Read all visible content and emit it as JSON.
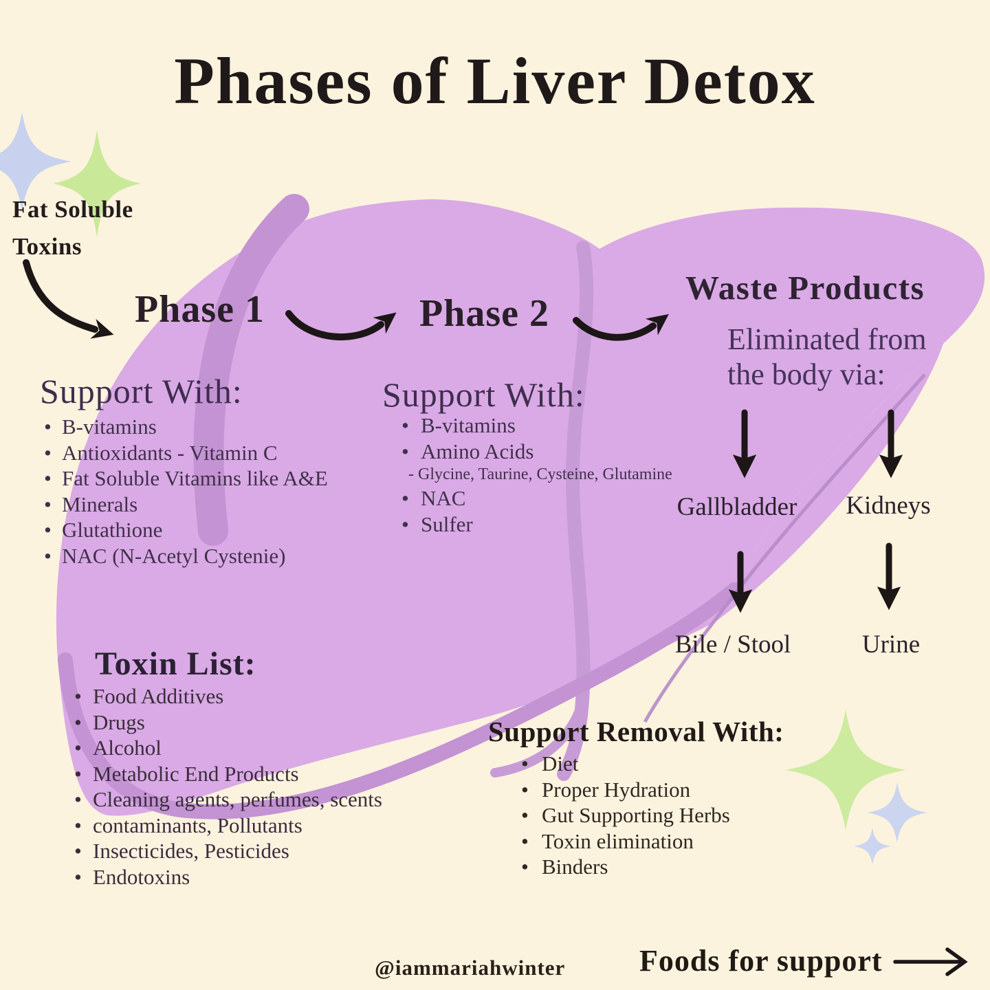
{
  "title": "Phases of Liver Detox",
  "colors": {
    "background": "#fcf3df",
    "liver_fill": "#d9aae5",
    "liver_accent": "#c393d3",
    "sparkle_green": "#cdeb9f",
    "sparkle_blue": "#c8d2ef",
    "arrow": "#1c1616",
    "heading_text": "#241c1f",
    "body_text": "#443153"
  },
  "flow": {
    "input": {
      "line1": "Fat Soluble",
      "line2": "Toxins"
    },
    "phase1": {
      "label": "Phase 1",
      "support_heading": "Support With:",
      "items": [
        "B-vitamins",
        "Antioxidants - Vitamin C",
        "Fat Soluble Vitamins like A&E",
        "Minerals",
        "Glutathione",
        "NAC (N-Acetyl Cystenie)"
      ]
    },
    "phase2": {
      "label": "Phase 2",
      "support_heading": "Support With:",
      "items": [
        "B-vitamins",
        "Amino Acids",
        "NAC",
        "Sulfer"
      ],
      "amino_note": "- Glycine, Taurine, Cysteine, Glutamine"
    },
    "waste": {
      "label": "Waste Products",
      "subtitle_line1": "Eliminated from",
      "subtitle_line2": "the body via:",
      "routes": [
        {
          "organ": "Gallbladder",
          "output": "Bile / Stool"
        },
        {
          "organ": "Kidneys",
          "output": "Urine"
        }
      ]
    }
  },
  "toxin_list": {
    "heading": "Toxin List:",
    "items": [
      "Food Additives",
      "Drugs",
      "Alcohol",
      "Metabolic End Products",
      "Cleaning agents, perfumes, scents",
      "contaminants, Pollutants",
      "Insecticides, Pesticides",
      "Endotoxins"
    ]
  },
  "support_removal": {
    "heading": "Support Removal With:",
    "items": [
      "Diet",
      "Proper Hydration",
      "Gut Supporting Herbs",
      "Toxin elimination",
      "Binders"
    ]
  },
  "footer": {
    "handle": "@iammariahwinter",
    "cta": "Foods for support"
  }
}
